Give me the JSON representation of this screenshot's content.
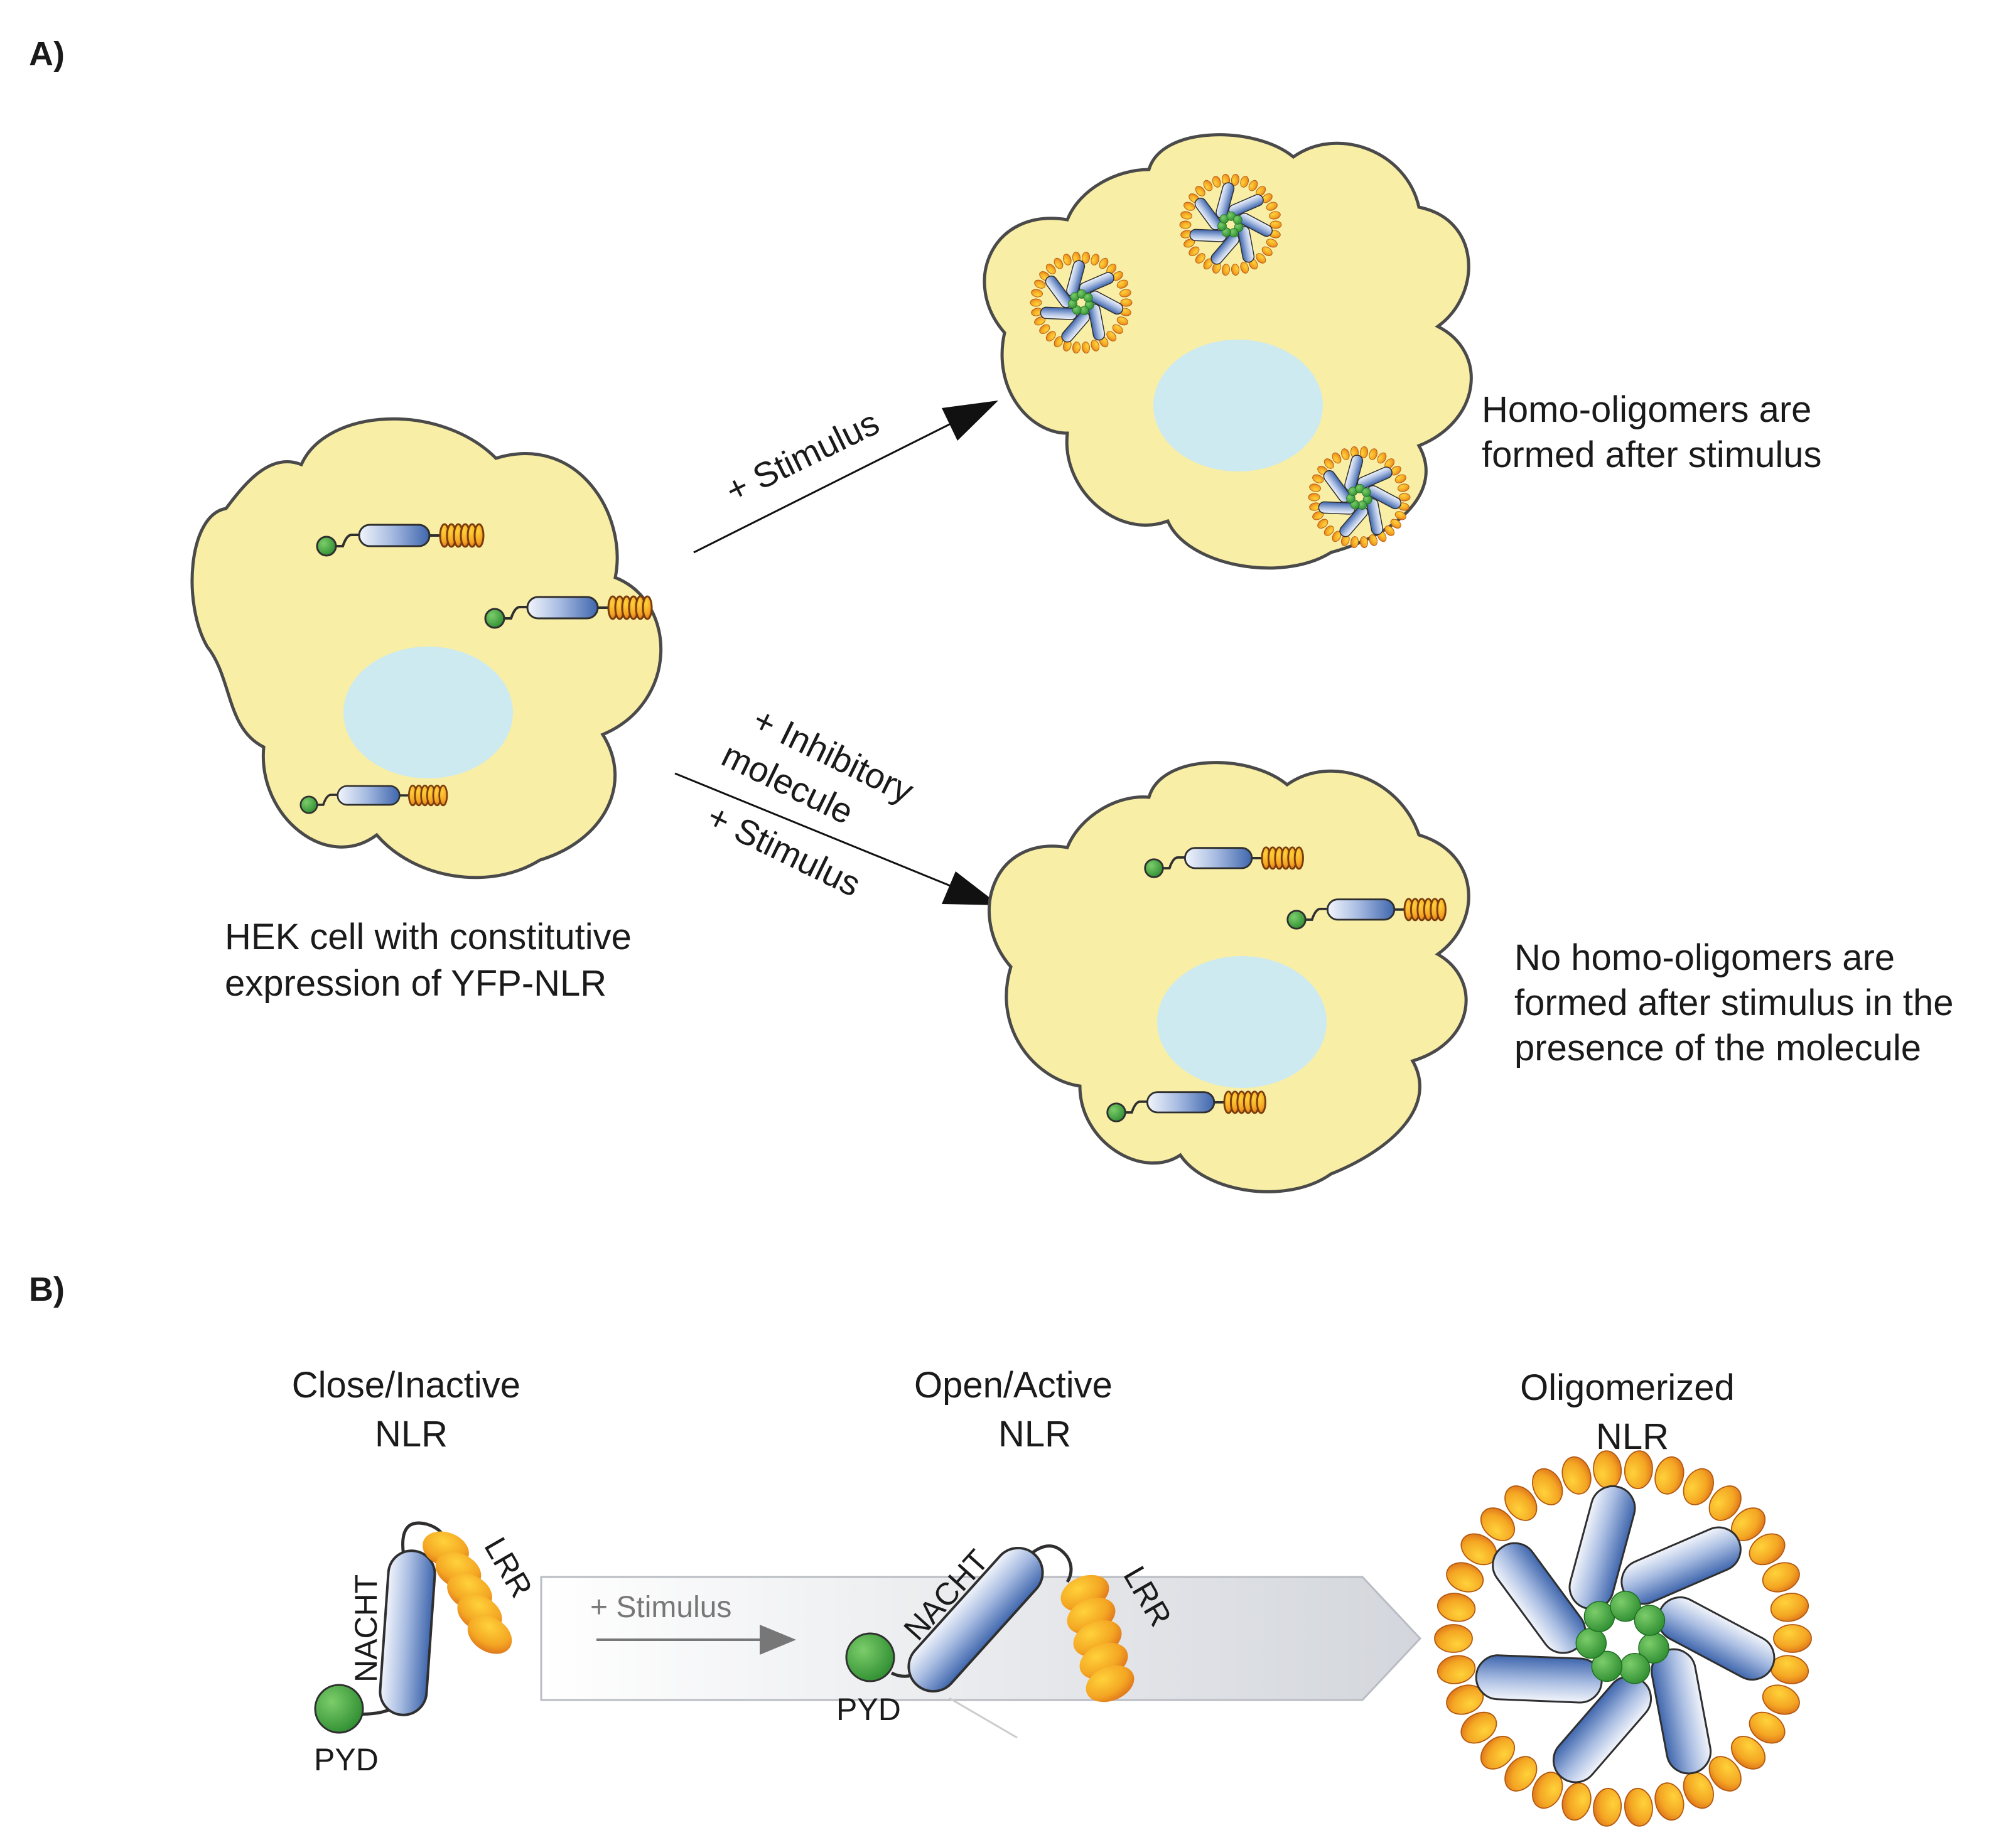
{
  "panel_a": {
    "label": "A)",
    "resting_caption": [
      "HEK cell with constitutive",
      "expression of YFP-NLR"
    ],
    "stimulus_arrow_label": "+ Stimulus",
    "inhibitor_arrow_label": [
      "+ Inhibitory",
      "molecule",
      "+ Stimulus"
    ],
    "stimulated_caption": [
      "Homo-oligomers are",
      "formed after stimulus"
    ],
    "inhibited_caption": [
      "No homo-oligomers are",
      "formed after stimulus in the",
      "presence of the molecule"
    ]
  },
  "panel_b": {
    "label": "B)",
    "closed_title": [
      "Close/Inactive",
      "NLR"
    ],
    "open_title": [
      "Open/Active",
      "NLR"
    ],
    "oligo_title": [
      "Oligomerized",
      "NLR"
    ],
    "nacht_label": "NACHT",
    "lrr_label": "LRR",
    "pyd_label": "PYD",
    "stimulus_label": "+ Stimulus"
  },
  "colors": {
    "cytoplasm": "#f8eea6",
    "nucleus": "#cdeaf1",
    "nacht_blue": "#6e8fc6",
    "pyd_green": "#3d9e3d",
    "lrr_orange": "#f0a020",
    "outline": "#3c3c3c"
  }
}
